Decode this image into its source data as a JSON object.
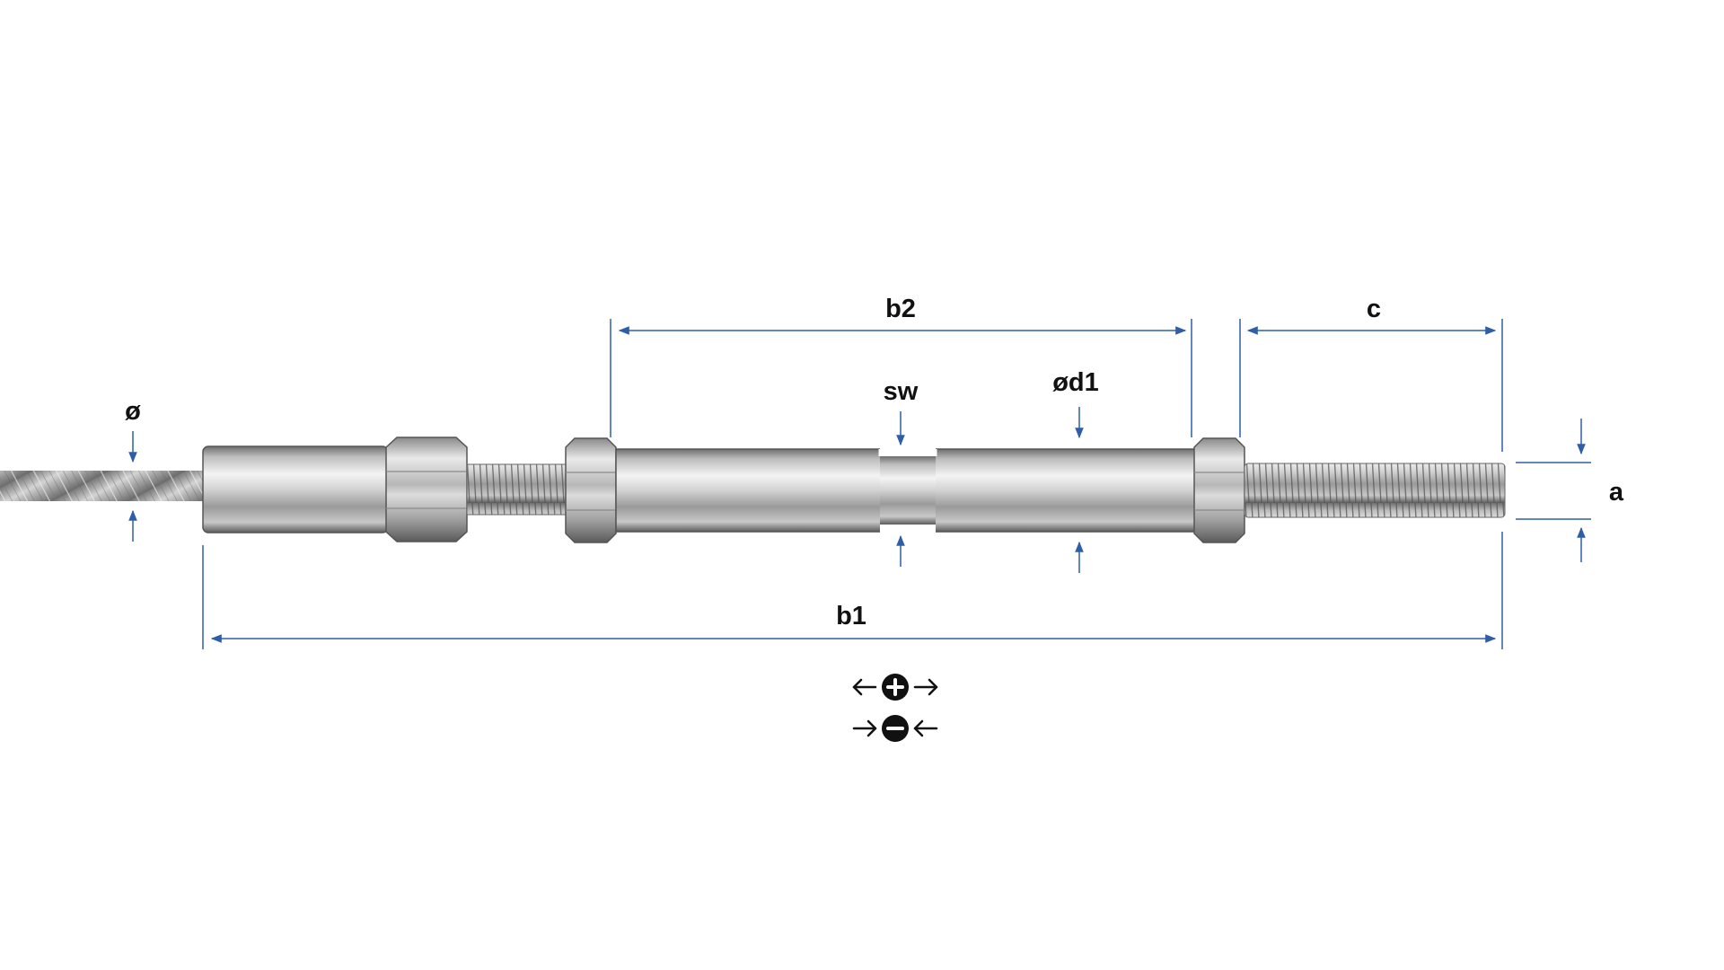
{
  "diagram": {
    "labels": {
      "cable_diameter": "ø",
      "swage_body_length": "b2",
      "thread_length": "c",
      "wrench_size": "sw",
      "body_diameter": "ød1",
      "thread_size": "a",
      "overall_length": "b1"
    },
    "adjustment_legend": {
      "tighten_symbol": "+",
      "loosen_symbol": "−"
    },
    "colors": {
      "dimension_line": "#2f5ea8",
      "label_text": "#111111",
      "steel_light": "#f2f2f2",
      "steel_mid": "#b4b4b4",
      "steel_dark": "#5a5a5a",
      "cable": "#9a9a9a"
    }
  }
}
